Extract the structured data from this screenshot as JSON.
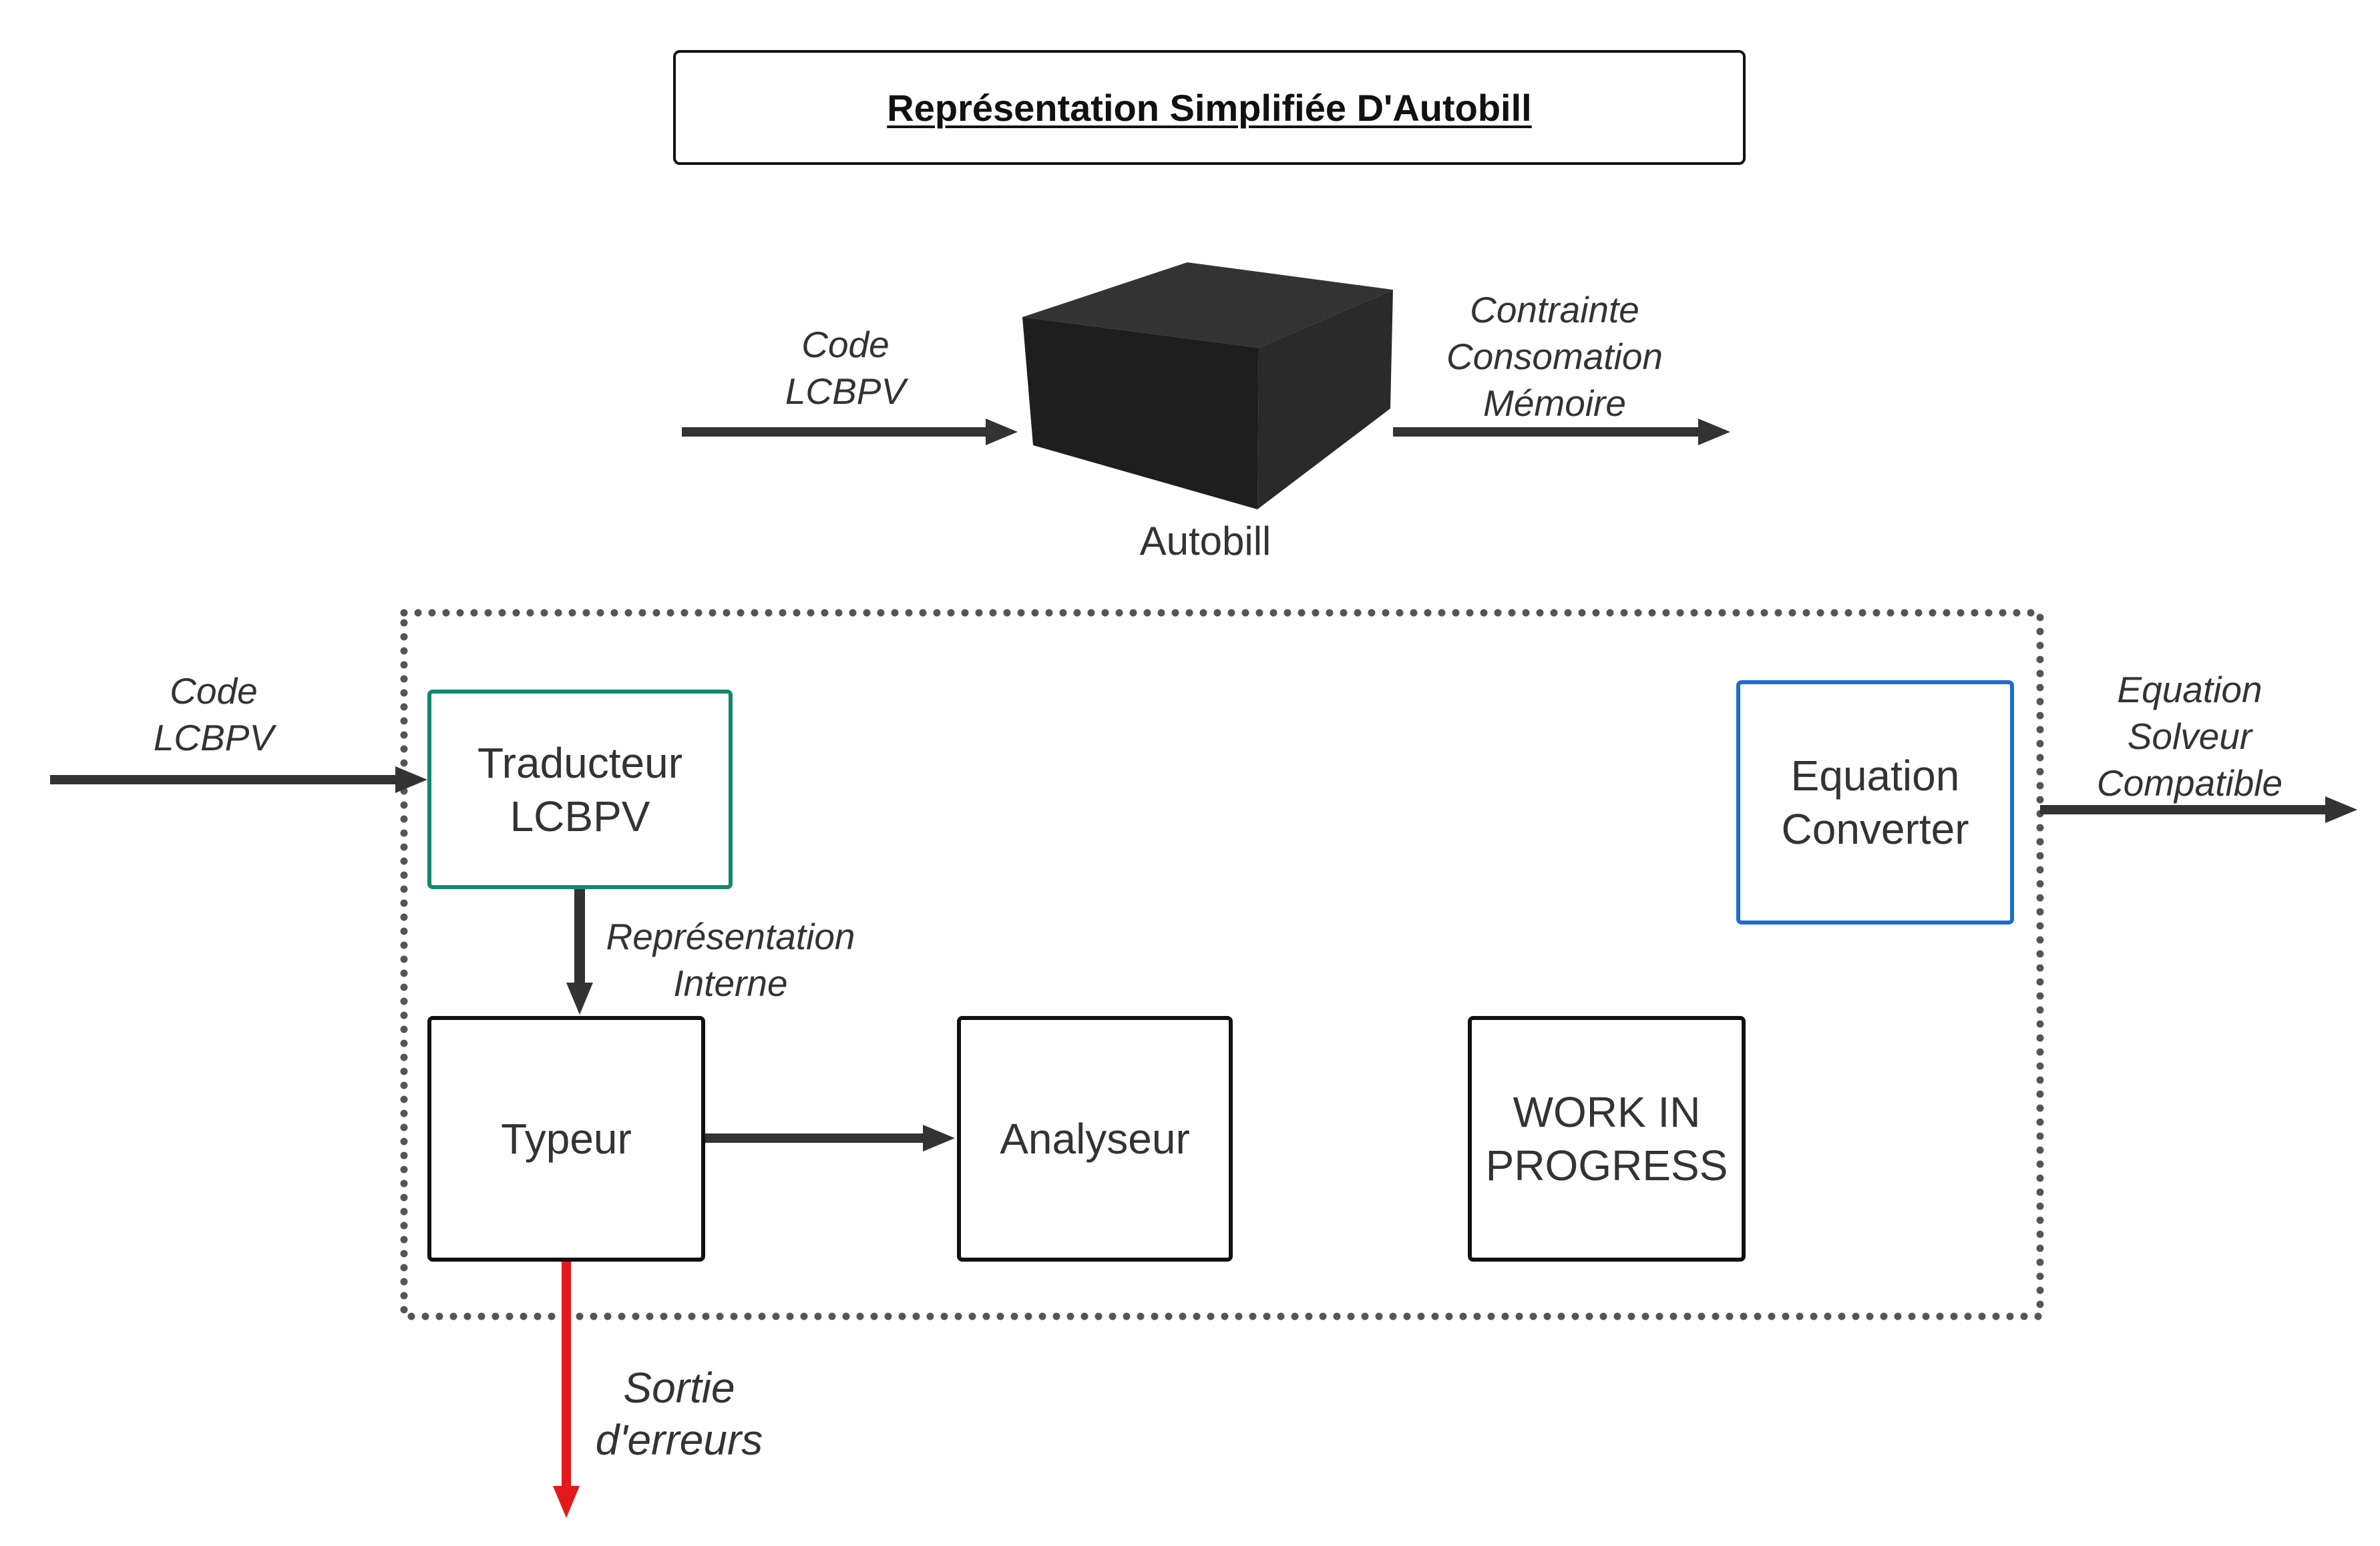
{
  "title": "Représentation Simplifiée D'Autobill",
  "overview": {
    "input_label": [
      "Code",
      "LCBPV"
    ],
    "box_label": "Autobill",
    "output_label": [
      "Contrainte",
      "Consomation",
      "Mémoire"
    ]
  },
  "pipeline": {
    "input_label": [
      "Code",
      "LCBPV"
    ],
    "translator": [
      "Traducteur",
      "LCBPV"
    ],
    "translator_output": [
      "Représentation",
      "Interne"
    ],
    "typer": "Typeur",
    "analyser": "Analyseur",
    "wip": [
      "WORK IN",
      "PROGRESS"
    ],
    "converter": [
      "Equation",
      "Converter"
    ],
    "output_label": [
      "Equation",
      "Solveur",
      "Compatible"
    ],
    "error_output": [
      "Sortie",
      "d'erreurs"
    ]
  },
  "colors": {
    "arrow": "#333333",
    "error_arrow": "#e3191b",
    "translator_border": "#13876b",
    "converter_border": "#1c6dd0",
    "boundary": "#555555"
  }
}
